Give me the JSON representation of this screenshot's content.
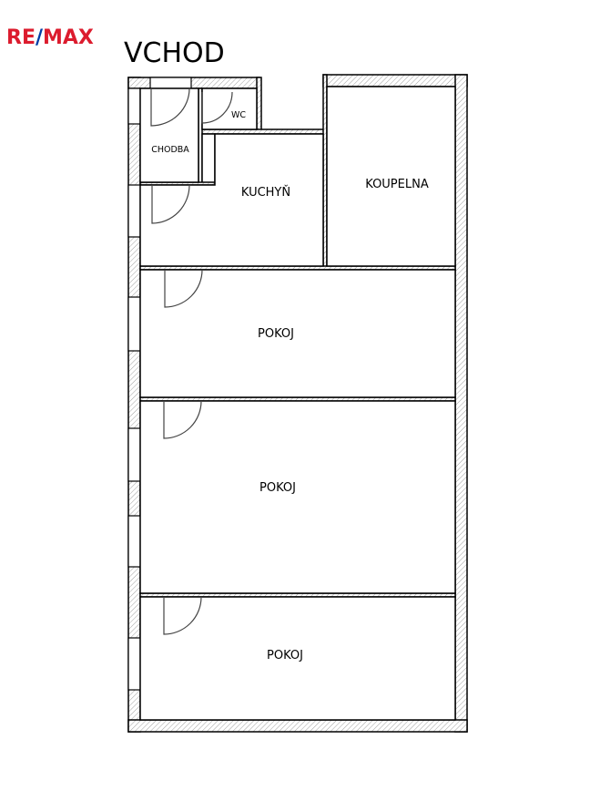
{
  "logo": {
    "text": "RE/MAX",
    "part1": "RE",
    "slash": "/",
    "part2": "MAX",
    "red": "#dc1c2e",
    "blue": "#003da5"
  },
  "title": "VCHOD",
  "rooms": {
    "chodba": "CHODBA",
    "wc": "WC",
    "kuchyn": "KUCHYŇ",
    "koupelna": "KOUPELNA",
    "pokoj1": "POKOJ",
    "pokoj2": "POKOJ",
    "pokoj3": "POKOJ"
  }
}
